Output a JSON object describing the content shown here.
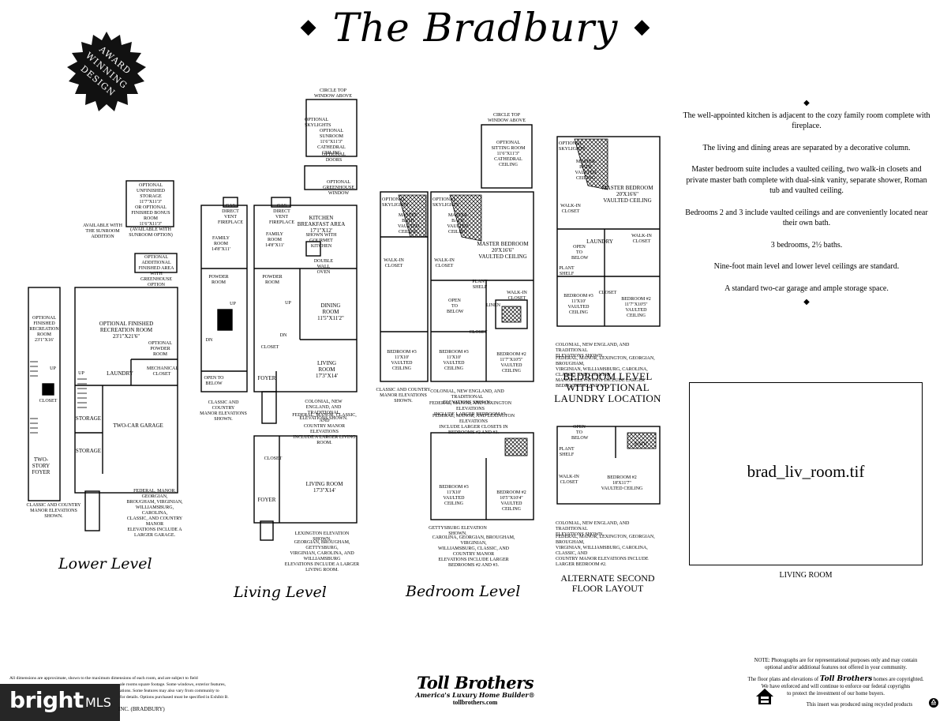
{
  "title": "The Bradbury",
  "title_ornament": "◆",
  "badge": {
    "line1": "AWARD",
    "line2": "WINNING",
    "line3": "DESIGN"
  },
  "levels": {
    "lower": "Lower Level",
    "living": "Living Level",
    "bedroom": "Bedroom Level",
    "bedroom_laundry": "BEDROOM LEVEL\nWITH OPTIONAL\nLAUNDRY LOCATION",
    "alternate": "ALTERNATE SECOND\nFLOOR LAYOUT"
  },
  "plan_labels": {
    "lower": {
      "unfinished_storage": "OPTIONAL UNFINISHED\nSTORAGE\n11'7\"X11'3\"\nOR OPTIONAL\nFINISHED BONUS\nROOM\n11'6\"X11'3\"\n(AVAILABLE WITH\nSUNROOM OPTION)",
      "sunroom_note": "AVAILABLE WITH\nTHE SUNROOM ADDITION",
      "additional_finished": "OPTIONAL\nADDITIONAL\nFINISHED AREA\nWITH GREENHOUSE\nOPTION",
      "recreation_finished": "OPTIONAL\nFINISHED\nRECREATION\nROOM\n23'1\"X16'",
      "recreation": "OPTIONAL FINISHED\nRECREATION ROOM\n23'1\"X21'6\"",
      "powder": "OPTIONAL\nPOWDER ROOM",
      "laundry": "LAUNDRY",
      "mechanical": "MECHANICAL\nCLOSET",
      "storage1": "STORAGE",
      "storage2": "STORAGE",
      "garage": "TWO-CAR GARAGE",
      "foyer": "TWO-\nSTORY\nFOYER",
      "closet": "CLOSET",
      "classic_note": "CLASSIC AND COUNTRY\nMANOR ELEVATIONS SHOWN.",
      "federal_note": "FEDERAL, MANOR, GEORGIAN,\nBROUGHAM, VIRGINIAN,\nWILLIAMSBURG, CAROLINA,\nCLASSIC, AND COUNTRY MANOR\nELEVATIONS INCLUDE A\nLARGER GARAGE."
    },
    "living": {
      "sunroom_window": "CIRCLE TOP\nWINDOW ABOVE",
      "skylights": "OPTIONAL\nSKYLIGHTS",
      "sunroom": "OPTIONAL\nSUNROOM\n11'6\"X11'3\"\nCATHEDRAL CEILING",
      "doors": "OPTIONAL DOORS",
      "greenhouse": "OPTIONAL\nGREENHOUSE\nWINDOW",
      "direct_vent1": "GAS\nDIRECT VENT\nFIREPLACE",
      "direct_vent2": "GAS\nDIRECT VENT\nFIREPLACE",
      "family1": "FAMILY\nROOM\n14'8\"X11'",
      "family2": "FAMILY\nROOM\n14'8\"X11'",
      "kitchen": "KITCHEN\nBREAKFAST AREA\n17'1\"X12'",
      "gourmet": "SHOWN WITH\nGOURMET KITCHEN",
      "oven": "DOUBLE\nWALL\nOVEN",
      "powder1": "POWDER\nROOM",
      "powder2": "POWDER\nROOM",
      "dining": "DINING\nROOM\n11'5\"X11'2\"",
      "living_room": "LIVING\nROOM\n17'3\"X14'",
      "foyer": "FOYER",
      "closet": "CLOSET",
      "open_below": "OPEN TO\nBELOW",
      "classic_note": "CLASSIC AND COUNTRY\nMANOR ELEVATIONS SHOWN.",
      "colonial_note": "COLONIAL, NEW ENGLAND, AND\nTRADITIONAL ELEVATIONS SHOWN.",
      "federal_note": "FEDERAL, MANOR, CLASSIC, AND\nCOUNTRY MANOR ELEVATIONS\nINCLUDE A LARGER LIVING ROOM.",
      "living_alt": "LIVING ROOM\n17'3\"X14'",
      "foyer_alt": "FOYER",
      "closet_alt": "CLOSET",
      "lexington_note": "LEXINGTON ELEVATION SHOWN.",
      "georgian_note": "GEORGIAN, BROUGHAM, GETTYSBURG,\nVIRGINIAN, CAROLINA, AND WILLIAMSBURG\nELEVATIONS INCLUDE A LARGER LIVING ROOM."
    },
    "bedroom": {
      "sitting_window": "CIRCLE TOP\nWINDOW ABOVE",
      "sitting": "OPTIONAL\nSITTING ROOM\n11'6\"X11'3\"\nCATHEDRAL CEILING",
      "skylights": "OPTIONAL\nSKYLIGHTS",
      "master_bath1": "MASTER\nBATH\nVAULTED\nCEILING",
      "master_bath2": "MASTER\nBATH\nVAULTED\nCEILING",
      "master_bedroom": "MASTER BEDROOM\n20'X16'6\"\nVAULTED CEILING",
      "walkin1": "WALK-IN\nCLOSET",
      "walkin2": "WALK-IN\nCLOSET",
      "plant_shelf": "PLANT SHELF",
      "walkin3": "WALK-IN\nCLOSET",
      "linen": "LINEN",
      "open_below": "OPEN\nTO\nBELOW",
      "bedroom3a": "BEDROOM #3\n11'X10'\nVAULTED CEILING",
      "bedroom3b": "BEDROOM #3\n11'X10'\nVAULTED CEILING",
      "bedroom2": "BEDROOM #2\n11'7\"X10'5\"\nVAULTED CEILING",
      "closet": "CLOSET",
      "classic_note": "CLASSIC AND COUNTRY\nMANOR ELEVATIONS SHOWN.",
      "colonial_note": "COLONIAL, NEW ENGLAND, AND TRADITIONAL\nELEVATIONS SHOWN.",
      "federal_note": "FEDERAL, MANOR, AND LEXINGTON ELEVATIONS\nINCLUDE LARGER BEDROOM #3.",
      "federal_note2": "FEDERAL, MANOR, AND LEXINGTON ELEVATIONS\nINCLUDE LARGER CLOSETS IN BEDROOMS #2 AND #3.",
      "alt_bedroom3": "BEDROOM #3\n11'X10'\nVAULTED CEILING",
      "alt_bedroom2": "BEDROOM #2\n10'5\"X10'4\"\nVAULTED CEILING",
      "gettysburg_note": "GETTYSBURG ELEVATION SHOWN.",
      "carolina_note": "CAROLINA, GEORGIAN, BROUGHAM, VIRGINIAN,\nWILLIAMSBURG, CLASSIC, AND COUNTRY MANOR\nELEVATIONS INCLUDE LARGER BEDROOMS #2 AND #3."
    },
    "laundry": {
      "skylights": "OPTIONAL\nSKYLIGHTS",
      "master_bath": "MASTER\nBATH\nVAULTED\nCEILING",
      "master_bedroom": "MASTER BEDROOM\n20'X16'6\"\nVAULTED CEILING",
      "walkin1": "WALK-IN\nCLOSET",
      "walkin2": "WALK-IN\nCLOSET",
      "laundry": "LAUNDRY",
      "open_below": "OPEN\nTO\nBELOW",
      "plant_shelf": "PLANT\nSHELF",
      "bedroom3": "BEDROOM #3\n11'X10'\nVAULTED CEILING",
      "bedroom2": "BEDROOM #2\n11'7\"X10'5\"\nVAULTED CEILING",
      "closet": "CLOSET",
      "colonial_note": "COLONIAL, NEW ENGLAND, AND TRADITIONAL\nELEVATIONS SHOWN.",
      "federal_note": "FEDERAL, MANOR, LEXINGTON, GEORGIAN, BROUGHAM,\nVIRGINIAN, WILLIAMSBURG, CAROLINA, CLASSIC, AND COUNTRY\nMANOR ELEVATIONS INCLUDE LARGER BEDROOMS #2 AND #3."
    },
    "alternate": {
      "open_below": "OPEN\nTO\nBELOW",
      "plant_shelf": "PLANT\nSHELF",
      "bath": "BATH",
      "walkin": "WALK-IN\nCLOSET",
      "bedroom2": "BEDROOM #2\n18'X11'7\"\nVAULTED CEILING",
      "colonial_note": "COLONIAL, NEW ENGLAND, AND TRADITIONAL\nELEVATIONS SHOWN.",
      "federal_note": "FEDERAL, MANOR, LEXINGTON, GEORGIAN, BROUGHAM,\nVIRGINIAN, WILLIAMSBURG, CAROLINA, CLASSIC, AND\nCOUNTRY MANOR ELEVATIONS INCLUDE LARGER BEDROOM #2."
    },
    "arrows": {
      "up": "UP",
      "dn": "DN"
    }
  },
  "features": [
    "The well-appointed kitchen is adjacent to the cozy family room complete with fireplace.",
    "The living and dining areas are separated by a decorative column.",
    "Master bedroom suite includes a vaulted ceiling, two walk-in closets and private master bath complete with dual-sink vanity, separate shower, Roman tub and vaulted ceiling.",
    "Bedrooms 2 and 3 include vaulted ceilings and are conveniently located near their own bath.",
    "3 bedrooms, 2½ baths.",
    "Nine-foot main level and lower level ceilings are standard.",
    "A standard two-car garage and ample storage space."
  ],
  "photo": {
    "filename": "brad_liv_room.tif",
    "caption": "LIVING ROOM"
  },
  "disclaimer_left": [
    "All dimensions are approximate, shown to the maximum dimensions of each room, and are subject to field",
    "ale rooms square footage.  Some windows, exterior features,",
    "ations. Some features may also vary from community to",
    "for details.  Options purchased must be specified in Exhibit B."
  ],
  "watermark": {
    "text": "bright",
    "suffix": "MLS"
  },
  "builder_code": "INC. (BRADBURY)",
  "brand": {
    "name": "Toll Brothers",
    "tagline": "America's Luxury Home Builder®",
    "url": "tollbrothers.com"
  },
  "note_right": {
    "line1": "NOTE: Photographs are for representational purposes only and may contain",
    "line2": "optional and/or additional features not offered in your community.",
    "line3a": "The floor plans and elevations of",
    "line3_brand": "Toll Brothers",
    "line3b": "homes are copyrighted.",
    "line4": "We have enforced and will continue to enforce our federal copyrights",
    "line5": "to protect the investment of our home buyers.",
    "line6": "This insert was produced using recycled products"
  }
}
